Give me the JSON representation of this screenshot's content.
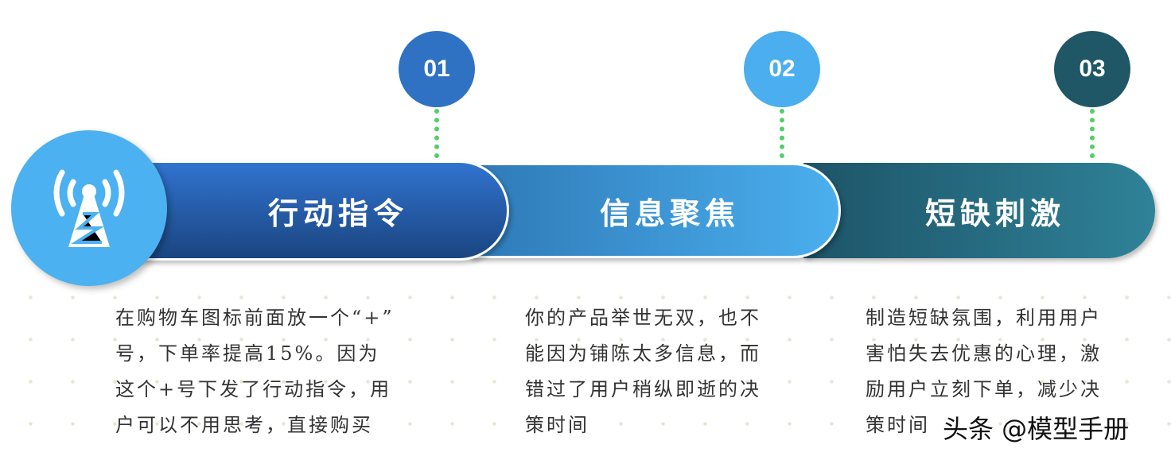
{
  "steps": [
    {
      "number": "01",
      "title": "行动指令",
      "description": "在购物车图标前面放一个“+”\n号，下单率提高15%。因为\n这个+号下发了行动指令，用\n户可以不用思考，直接购买",
      "color": "#2f72c4"
    },
    {
      "number": "02",
      "title": "信息聚焦",
      "description": "你的产品举世无双，也不\n能因为铺陈太多信息，而\n错过了用户稍纵即逝的决\n策时间",
      "color": "#4aaeef"
    },
    {
      "number": "03",
      "title": "短缺刺激",
      "description": "制造短缺氛围，利用用户\n害怕失去优惠的心理，激\n励用户立刻下单，减少决\n策时间",
      "color": "#1f5767"
    }
  ],
  "icon": "signal-tower-icon",
  "watermark": "头条 @模型手册"
}
